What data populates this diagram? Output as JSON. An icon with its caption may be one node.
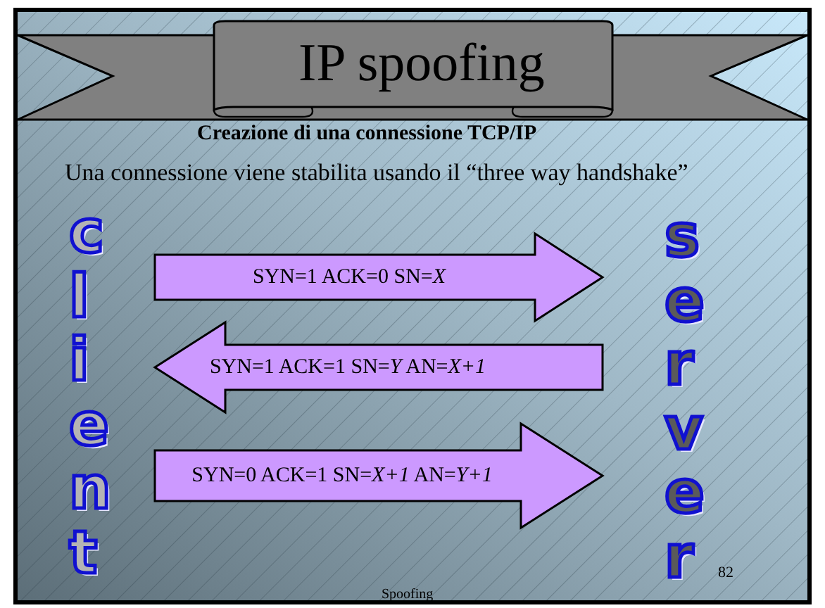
{
  "diagram": {
    "title": "IP spoofing",
    "nodes": [
      {
        "text": [
          "client"
        ]
      },
      {
        "text": [
          "server"
        ]
      }
    ],
    "edges": [
      {
        "from": 0,
        "to": 1,
        "arrow": "to",
        "label": "SYN=1 ACK=0 SN=*X*"
      },
      {
        "from": 1,
        "to": 0,
        "arrow": "to",
        "label": "SYN=1 ACK=1 SN=*Y* AN=*X+1*"
      },
      {
        "from": 0,
        "to": 1,
        "arrow": "to",
        "label": "SYN=0 ACK=1 SN=*X+1* AN=*Y+1*"
      }
    ],
    "labels": [
      "Creazione di una connessione TCP/IP",
      "Una connessione viene stabilita usando il “three way handshake”",
      "82",
      "Spoofing"
    ]
  }
}
